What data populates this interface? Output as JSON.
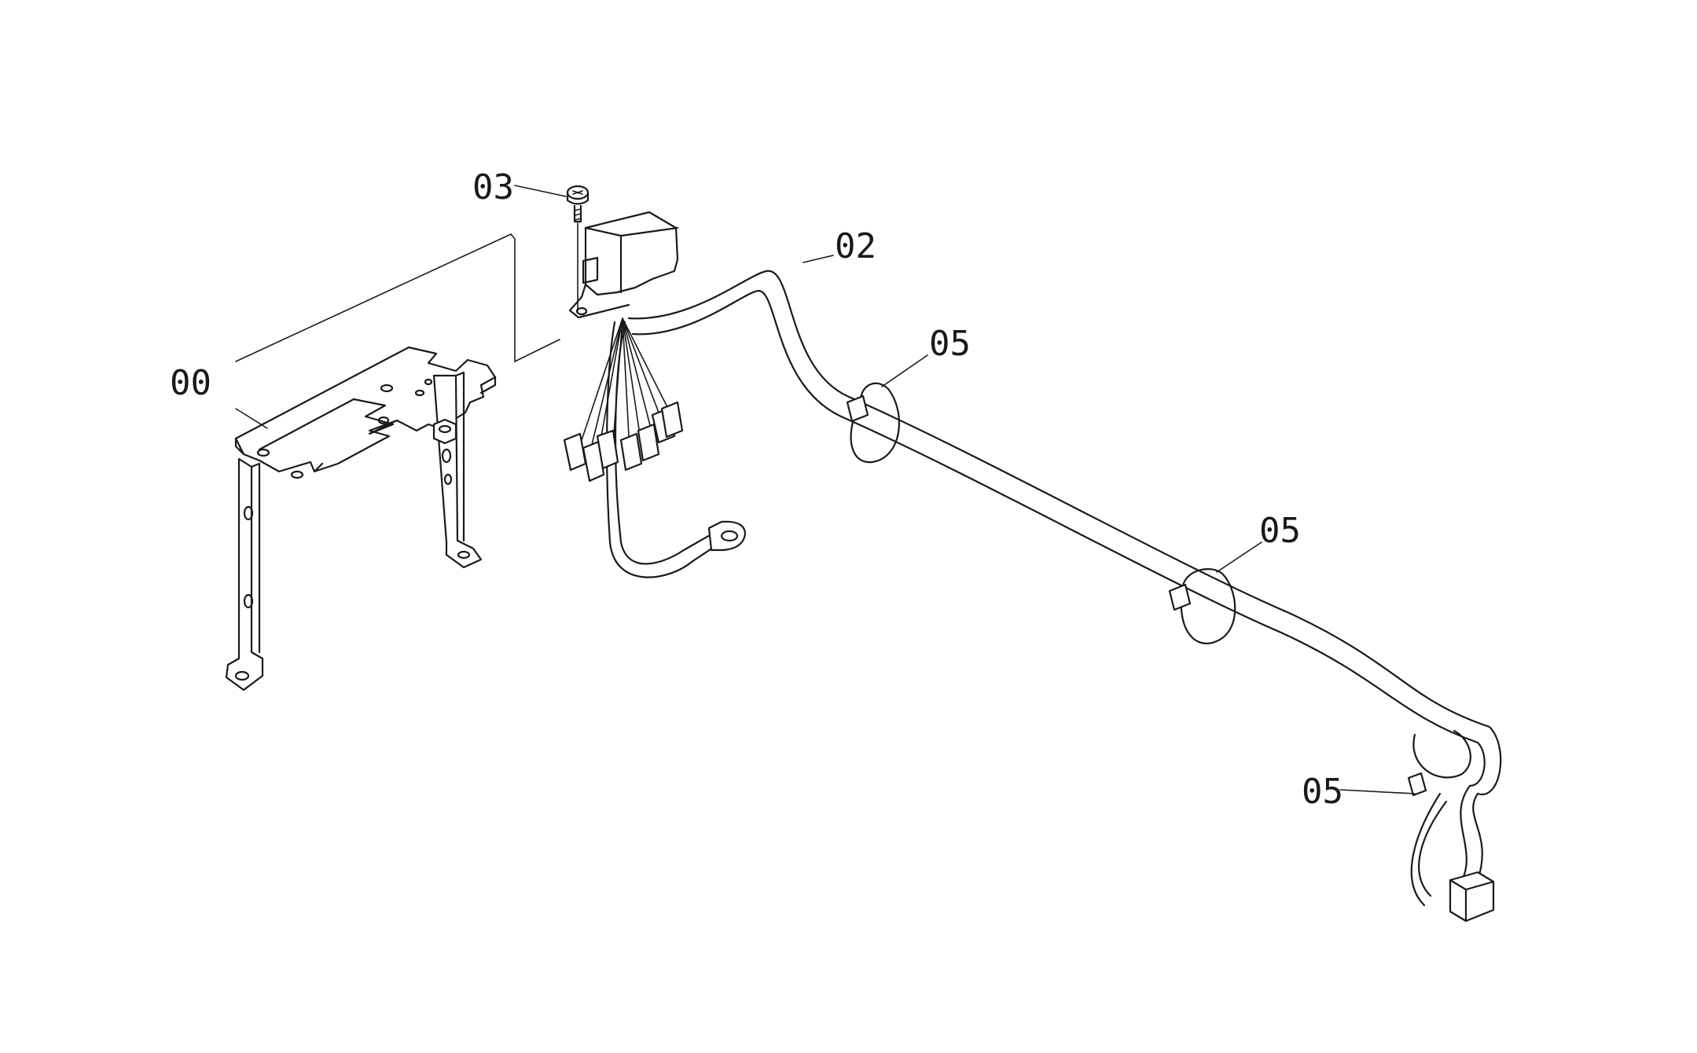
{
  "callouts": {
    "bracket": "00",
    "harness": "02",
    "screw": "03",
    "clamp_1": "05",
    "clamp_2": "05",
    "clamp_3": "05"
  }
}
